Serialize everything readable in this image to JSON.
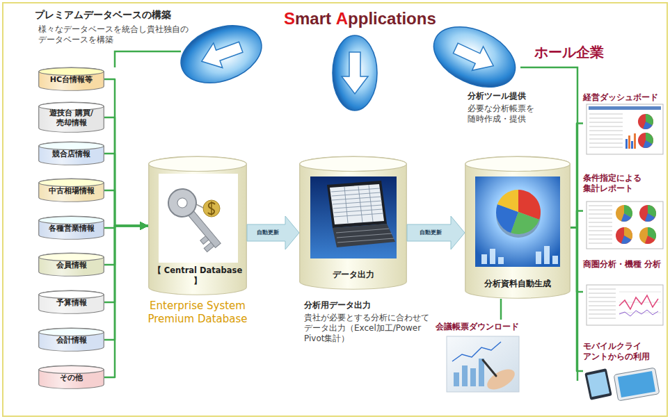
{
  "diagram": {
    "title": "Smart Applications",
    "nodes": [
      {
        "text": [
          "HC台情報等"
        ]
      },
      {
        "text": [
          "遊技台 購買/売却情報"
        ]
      },
      {
        "text": [
          "競合店情報"
        ]
      },
      {
        "text": [
          "中古相場情報"
        ]
      },
      {
        "text": [
          "各種営業情報"
        ]
      },
      {
        "text": [
          "会員情報"
        ]
      },
      {
        "text": [
          "予算情報"
        ]
      },
      {
        "text": [
          "会計情報"
        ]
      },
      {
        "text": [
          "その他"
        ]
      },
      {
        "text": [
          "【 Central Database 】",
          "Enterprise System Premium Database"
        ]
      },
      {
        "text": [
          "データ出力"
        ]
      },
      {
        "text": [
          "分析資料自動生成"
        ]
      },
      {
        "text": [
          "経営ダッシュボード"
        ]
      },
      {
        "text": [
          "条件指定による 集計レポート"
        ]
      },
      {
        "text": [
          "商圏分析・機種 分析"
        ]
      },
      {
        "text": [
          "モバイルクライ アントからの利用"
        ]
      },
      {
        "text": [
          "会議帳票ダウンロード"
        ]
      }
    ],
    "edges": [
      {
        "from": 0,
        "to": 9,
        "arrow": "to"
      },
      {
        "from": 1,
        "to": 9,
        "arrow": "to"
      },
      {
        "from": 2,
        "to": 9,
        "arrow": "to"
      },
      {
        "from": 3,
        "to": 9,
        "arrow": "to"
      },
      {
        "from": 4,
        "to": 9,
        "arrow": "to"
      },
      {
        "from": 5,
        "to": 9,
        "arrow": "to"
      },
      {
        "from": 6,
        "to": 9,
        "arrow": "to"
      },
      {
        "from": 7,
        "to": 9,
        "arrow": "to"
      },
      {
        "from": 8,
        "to": 9,
        "arrow": "to"
      },
      {
        "from": 9,
        "to": 10,
        "label": "自動更新",
        "arrow": "to"
      },
      {
        "from": 10,
        "to": 11,
        "label": "自動更新",
        "arrow": "to"
      },
      {
        "from": 11,
        "to": 12,
        "arrow": "none"
      },
      {
        "from": 11,
        "to": 13,
        "arrow": "none"
      },
      {
        "from": 11,
        "to": 14,
        "arrow": "none"
      },
      {
        "from": 11,
        "to": 15,
        "arrow": "none"
      },
      {
        "from": 11,
        "to": 16,
        "arrow": "none"
      }
    ],
    "labels": [
      "プレミアムデータベースの構築",
      "様々なデータベースを統合し貴社独自の データベースを構築",
      "ホール企業",
      "分析ツール提供",
      "必要な分析帳票を 随時作成・提供",
      "分析用データ出力",
      "貴社が必要とする分析に合わせて データ出力（Excel加工/Power Pivot集計）"
    ]
  }
}
